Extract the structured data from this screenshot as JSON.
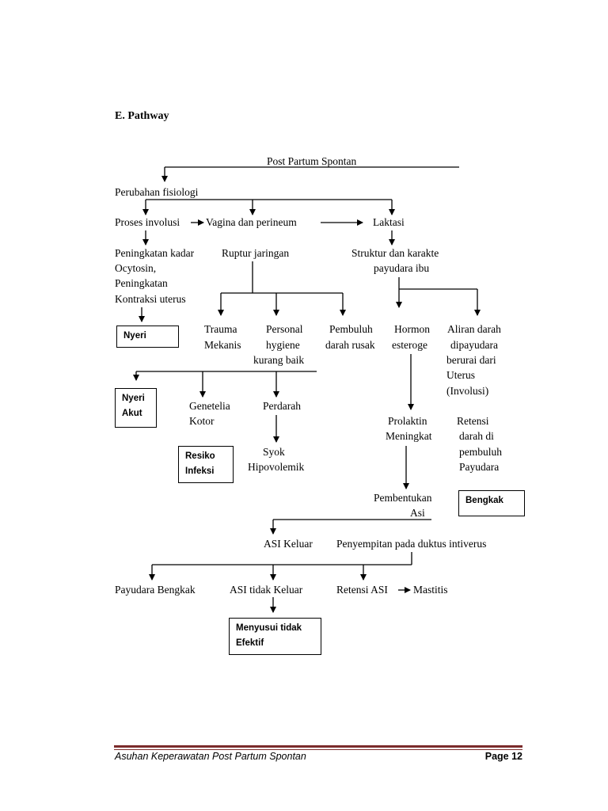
{
  "section_title": "E. Pathway",
  "nodes": {
    "post_partum": "Post Partum Spontan",
    "perubahan": "Perubahan fisiologi",
    "proses_involusi": "Proses involusi",
    "vagina": "Vagina dan perineum",
    "laktasi": "Laktasi",
    "peningkatan": [
      "Peningkatan kadar",
      "Ocytosin,",
      "Peningkatan",
      "Kontraksi uterus"
    ],
    "ruptur": "Ruptur jaringan",
    "struktur": [
      "Struktur dan karakte",
      "payudara ibu"
    ],
    "trauma": [
      "Trauma",
      "Mekanis"
    ],
    "personal": [
      "Personal",
      "hygiene",
      "kurang baik"
    ],
    "pembuluh": [
      "Pembuluh",
      "darah rusak"
    ],
    "hormon": [
      "Hormon",
      "esteroge"
    ],
    "aliran": [
      "Aliran darah",
      "dipayudara",
      "berurai dari",
      "Uterus",
      "(Involusi)"
    ],
    "genetelia": [
      "Genetelia",
      "Kotor"
    ],
    "perdarah": "Perdarah",
    "syok": [
      "Syok",
      "Hipovolemik"
    ],
    "prolaktin": [
      "Prolaktin",
      "Meningkat"
    ],
    "retensi_darah": [
      "Retensi",
      "darah di",
      "pembuluh",
      "Payudara"
    ],
    "pembentukan": [
      "Pembentukan",
      "Asi"
    ],
    "asi_keluar": "ASI Keluar",
    "penyempitan": "Penyempitan pada duktus intiverus",
    "payudara_bengkak": "Payudara Bengkak",
    "asi_tidak_keluar": "ASI tidak Keluar",
    "retensi_asi": "Retensi ASI",
    "mastitis": "Mastitis"
  },
  "diagnosis_boxes": {
    "nyeri": [
      "Nyeri"
    ],
    "nyeri_akut": [
      "Nyeri",
      "Akut"
    ],
    "resiko_infeksi": [
      "Resiko",
      "Infeksi"
    ],
    "bengkak": [
      "Bengkak"
    ],
    "menyusui": [
      "Menyusui tidak",
      "Efektif"
    ]
  },
  "footer": {
    "title": "Asuhan Keperawatan Post Partum Spontan",
    "page": "Page 12"
  }
}
